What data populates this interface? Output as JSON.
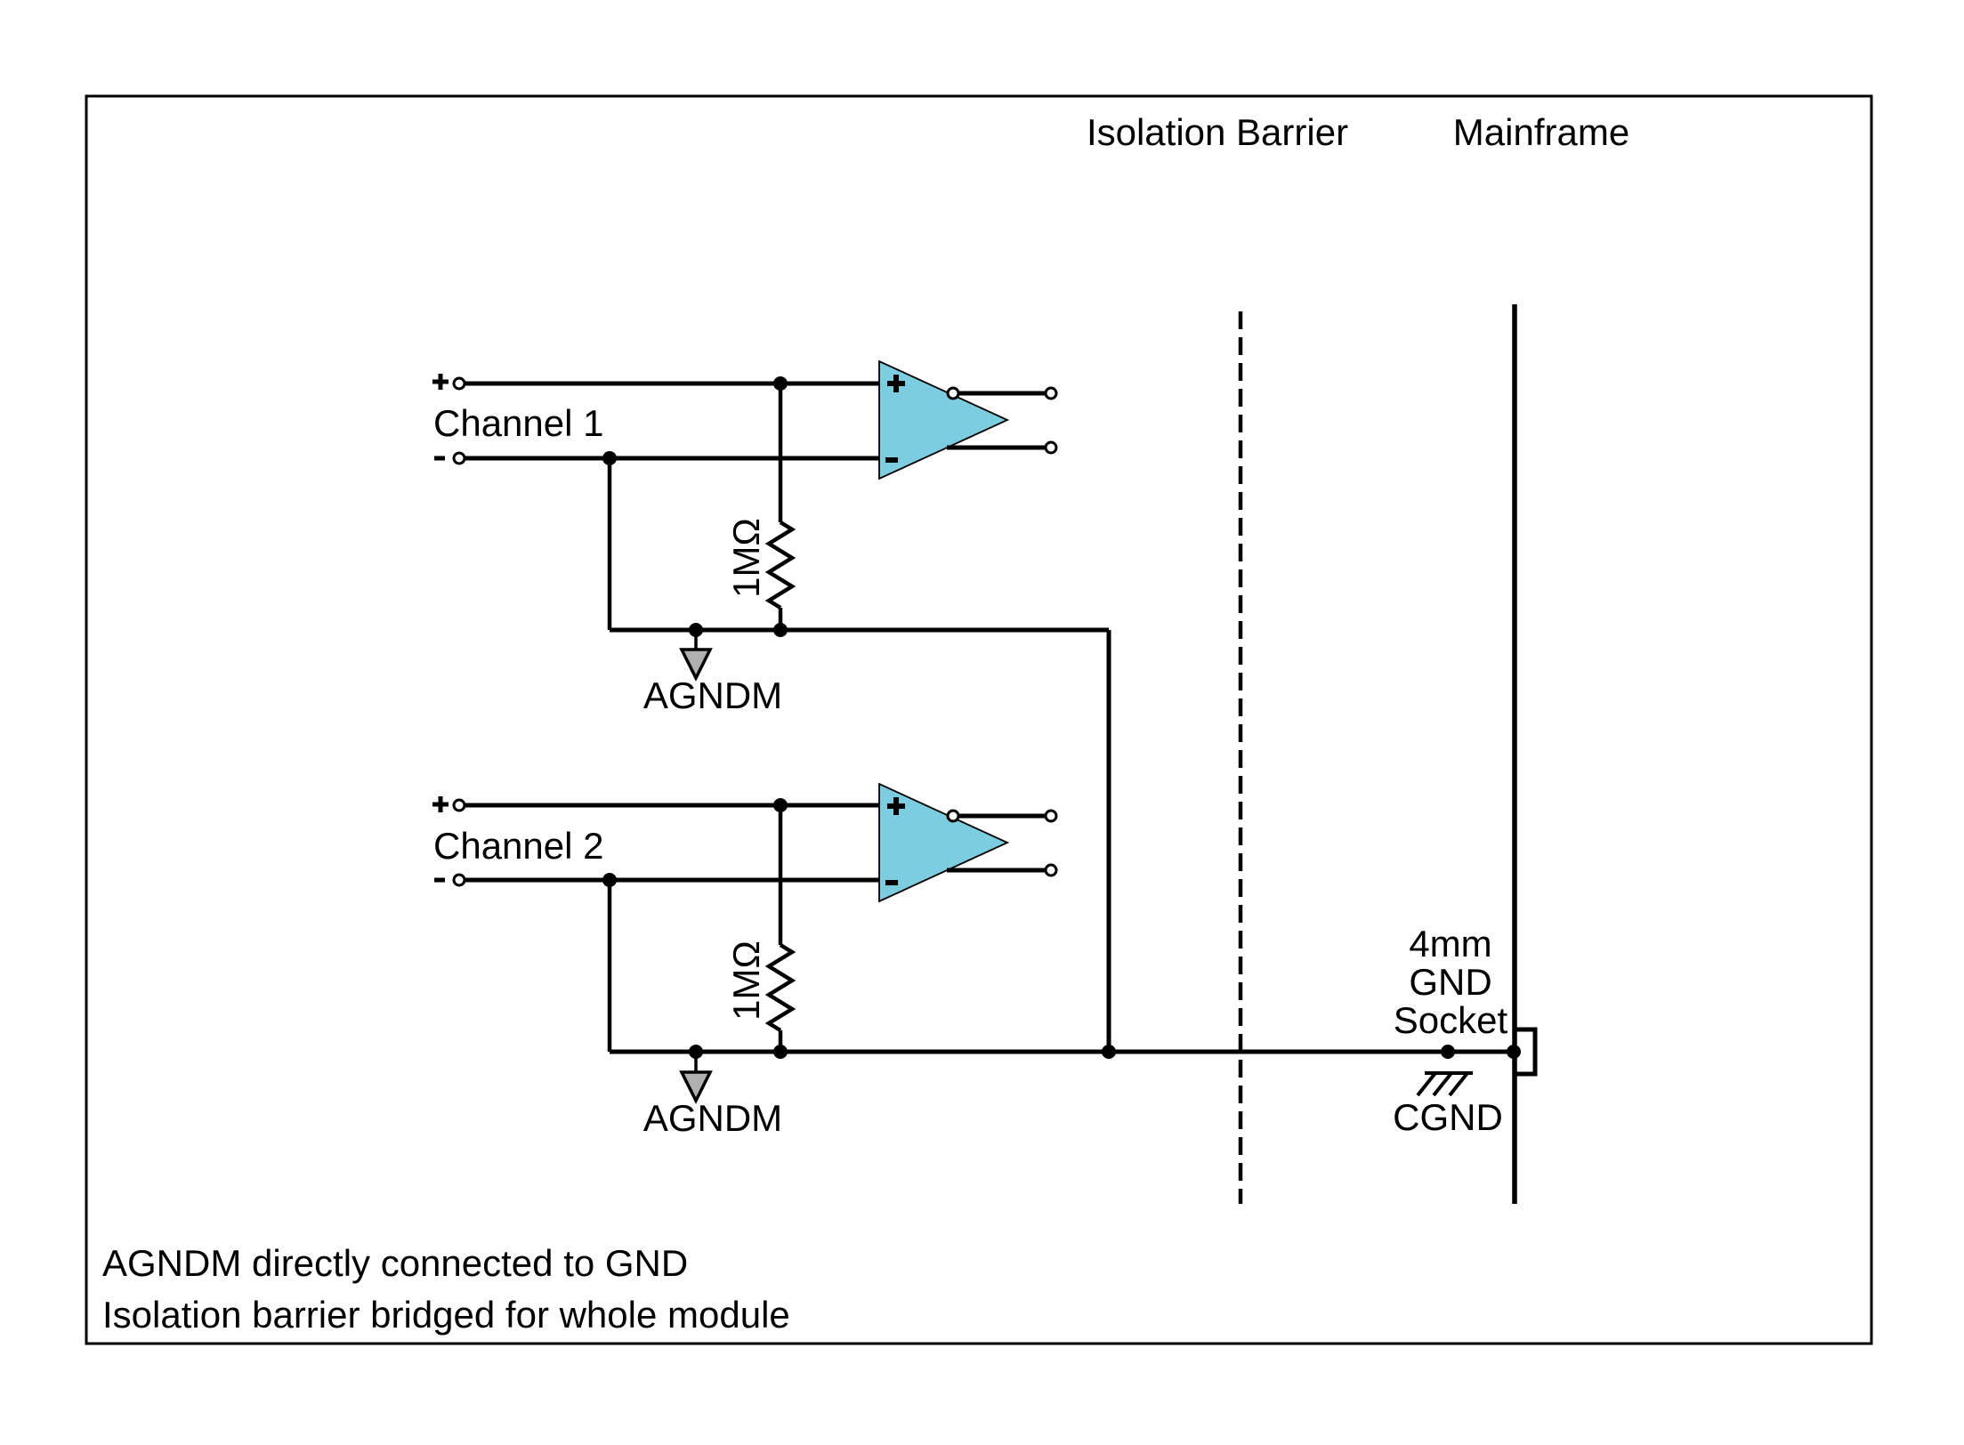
{
  "header": {
    "isolation_barrier": "Isolation Barrier",
    "mainframe": "Mainframe"
  },
  "channels": [
    {
      "label": "Channel 1",
      "plus": "+",
      "minus": "-",
      "resistor_value": "1MΩ",
      "ground_label": "AGNDM"
    },
    {
      "label": "Channel 2",
      "plus": "+",
      "minus": "-",
      "resistor_value": "1MΩ",
      "ground_label": "AGNDM"
    }
  ],
  "mainframe_section": {
    "socket_label_line1": "4mm",
    "socket_label_line2": "GND",
    "socket_label_line3": "Socket",
    "ground_label": "CGND"
  },
  "notes": {
    "line1": "AGNDM directly connected to GND",
    "line2": "Isolation barrier bridged for whole module"
  },
  "colors": {
    "opamp_fill": "#7CCDE0",
    "ground_arrow_fill": "#B0B0B0",
    "wire": "#000000",
    "background": "#FFFFFF"
  }
}
